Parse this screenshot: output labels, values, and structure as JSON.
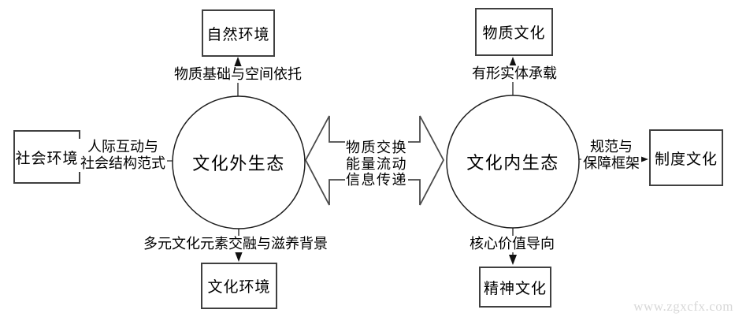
{
  "diagram": {
    "circles": {
      "outer": "文化外生态",
      "inner": "文化内生态"
    },
    "boxes": {
      "natural": "自然环境",
      "social": "社会环境",
      "cultural": "文化环境",
      "material": "物质文化",
      "institutional": "制度文化",
      "spiritual": "精神文化"
    },
    "edge_labels": {
      "natural": "物质基础与空间依托",
      "social_line1": "人际互动与",
      "social_line2": "社会结构范式",
      "cultural": "多元文化元素交融与滋养背景",
      "material": "有形实体承载",
      "institutional_line1": "规范与",
      "institutional_line2": "保障框架",
      "spiritual": "核心价值导向"
    },
    "center_arrow": {
      "line1": "物质交换",
      "line2": "能量流动",
      "line3": "信息传递"
    },
    "watermark": "www.zgxcfx.com",
    "colors": {
      "background": "#ffffff",
      "box_border": "#404040",
      "circle_stroke": "#1f1f1f",
      "connector_line": "#4a4a4a",
      "arrowhead": "#111111",
      "text": "#000000",
      "watermark": "#d8d8d8"
    }
  }
}
